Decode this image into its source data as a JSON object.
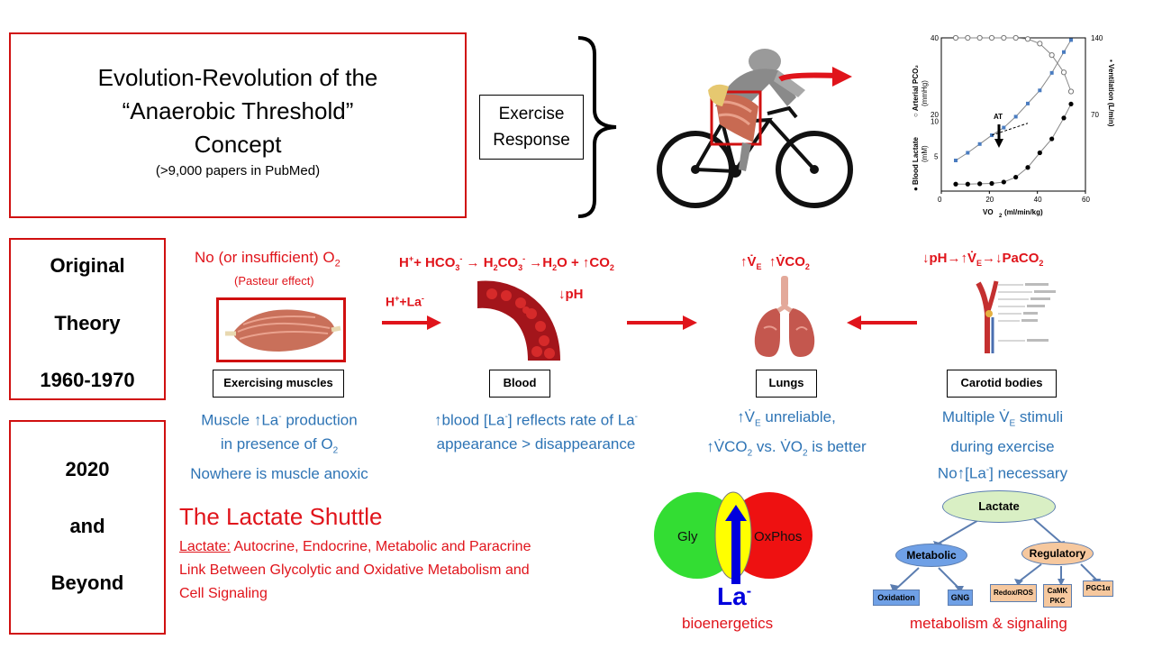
{
  "title_box": {
    "line1": "Evolution-Revolution of the",
    "line2": "“Anaerobic Threshold”",
    "line3": "Concept",
    "subtitle": "(>9,000 papers in PubMed)"
  },
  "exercise_box": {
    "line1": "Exercise",
    "line2": "Response"
  },
  "graph": {
    "top_right_label": "140",
    "right_mid_label": "70",
    "right_axis_label": "Ventilation (L/min)",
    "left_top_label": "40",
    "left_mid_label": "20",
    "left_axis_label_top": "Arterial PCO",
    "left_axis_label_top_unit": "(mmHg)",
    "left_axis_label_bottom": "Blood Lactate",
    "left_axis_label_bottom_unit": "(mM)",
    "left_ticks": [
      "10",
      "5"
    ],
    "x_ticks": [
      "0",
      "20",
      "40",
      "60"
    ],
    "x_label": "VO",
    "x_label_unit": "(ml/min/kg)",
    "at_label": "AT"
  },
  "chart_data": {
    "type": "line",
    "xlabel": "V̇O2 (ml/min/kg)",
    "xlim": [
      0,
      60
    ],
    "series": [
      {
        "name": "Arterial PCO2",
        "marker": "open-circle",
        "x": [
          6,
          11,
          16,
          21,
          26,
          31,
          36,
          41,
          46,
          51,
          54
        ],
        "y": [
          40,
          40,
          40,
          40,
          40,
          40,
          39.7,
          38.5,
          35.5,
          31,
          26
        ]
      },
      {
        "name": "Ventilation",
        "marker": "x",
        "x": [
          6,
          11,
          16,
          21,
          26,
          31,
          36,
          41,
          46,
          51,
          54
        ],
        "y": [
          28,
          35,
          43,
          51,
          58,
          68,
          80,
          92,
          108,
          127,
          138
        ]
      },
      {
        "name": "Blood Lactate",
        "marker": "filled-circle",
        "x": [
          6,
          11,
          16,
          21,
          26,
          31,
          36,
          41,
          46,
          51,
          54
        ],
        "y": [
          1.0,
          1.0,
          1.05,
          1.1,
          1.3,
          2.0,
          3.4,
          5.5,
          7.5,
          10.5,
          12.5
        ]
      }
    ]
  },
  "rows": {
    "original": {
      "l1": "Original",
      "l2": "Theory",
      "l3": "1960-1970"
    },
    "beyond": {
      "l1": "2020",
      "l2": "and",
      "l3": "Beyond"
    }
  },
  "top_row": {
    "no_o2": "No (or insufficient) O",
    "no_o2_sub": "2",
    "pasteur": "(Pasteur effect)",
    "eq_h": "H",
    "eq_rest1": "+ HCO",
    "eq_rest2": " → H",
    "eq_rest3": "CO",
    "eq_rest4": " →H",
    "eq_rest5": "O + ↑CO",
    "hla": "H",
    "hla_rest": "+La",
    "ph_down": "↓pH",
    "ve_vco2_1": "↑V̇",
    "ve_sub": "E",
    "ve_vco2_2": "↑V̇CO",
    "ph_chain_1": "↓pH→↑V̇",
    "ph_chain_sub": "E",
    "ph_chain_2": "→↓PaCO"
  },
  "labels": {
    "muscles": "Exercising muscles",
    "blood": "Blood",
    "lungs": "Lungs",
    "carotid": "Carotid bodies"
  },
  "captions": {
    "muscle_1a": "Muscle ↑La",
    "muscle_1b": " production",
    "muscle_2a": "in presence of O",
    "muscle_3": "Nowhere is muscle anoxic",
    "blood_1a": "↑blood [La",
    "blood_1b": "] reflects rate of La",
    "blood_2": "appearance > disappearance",
    "lungs_1a": "↑V̇",
    "lungs_1b": "  unreliable,",
    "lungs_2a": "↑V̇CO",
    "lungs_2b": " vs. V̇O",
    "lungs_2c": " is better",
    "carotid_1a": "Multiple V̇",
    "carotid_1b": " stimuli",
    "carotid_2": "during exercise",
    "carotid_3a": "No↑[La",
    "carotid_3b": "] necessary"
  },
  "lactate_shuttle": {
    "heading": "The Lactate Shuttle",
    "lead": "Lactate:",
    "line1_rest": " Autocrine, Endocrine, Metabolic and Paracrine",
    "line2": "Link Between Glycolytic and Oxidative Metabolism and",
    "line3": "Cell Signaling"
  },
  "venn": {
    "gly": "Gly",
    "oxphos": "OxPhos",
    "la": "La",
    "caption": "bioenergetics",
    "colors": {
      "gly": "#33dd33",
      "oxphos": "#ee1111",
      "center": "#ffff00",
      "arrow": "#0000dd"
    }
  },
  "tree": {
    "root": "Lactate",
    "metabolic": "Metabolic",
    "regulatory": "Regulatory",
    "oxidation": "Oxidation",
    "gng": "GNG",
    "redox": "Redox/ROS",
    "camk1": "CaMK",
    "camk2": "PKC",
    "pgc": "PGC1",
    "caption": "metabolism & signaling"
  },
  "colors": {
    "red": "#e0141b",
    "blue": "#2e74b5",
    "border_red": "#d01010"
  }
}
